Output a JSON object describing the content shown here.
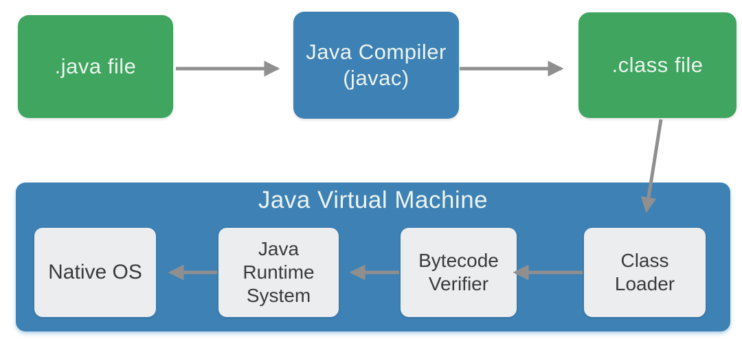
{
  "diagram": {
    "type": "flow-diagram",
    "subject": "Java compilation and execution pipeline"
  },
  "colors": {
    "bg": "#ffffff",
    "green": "#3fa55f",
    "blue": "#3e81b4",
    "gray": "#ecedef",
    "arrow": "#8f8f8f",
    "text-light": "#ecf4f0",
    "text-dark": "#3a3a3a"
  },
  "nodes": {
    "java_file": {
      "label": ".java file"
    },
    "java_compiler": {
      "line1": "Java Compiler",
      "line2": "(javac)"
    },
    "class_file": {
      "label": ".class file"
    },
    "jvm": {
      "title": "Java Virtual Machine"
    },
    "native_os": {
      "label": "Native OS"
    },
    "java_runtime_system": {
      "line1": "Java",
      "line2": "Runtime",
      "line3": "System"
    },
    "bytecode_verifier": {
      "line1": "Bytecode",
      "line2": "Verifier"
    },
    "class_loader": {
      "line1": "Class",
      "line2": "Loader"
    }
  },
  "edges": [
    {
      "from": ".java file",
      "to": "Java Compiler (javac)"
    },
    {
      "from": "Java Compiler (javac)",
      "to": ".class file"
    },
    {
      "from": ".class file",
      "to": "Class Loader"
    },
    {
      "from": "Class Loader",
      "to": "Bytecode Verifier"
    },
    {
      "from": "Bytecode Verifier",
      "to": "Java Runtime System"
    },
    {
      "from": "Java Runtime System",
      "to": "Native OS"
    }
  ]
}
